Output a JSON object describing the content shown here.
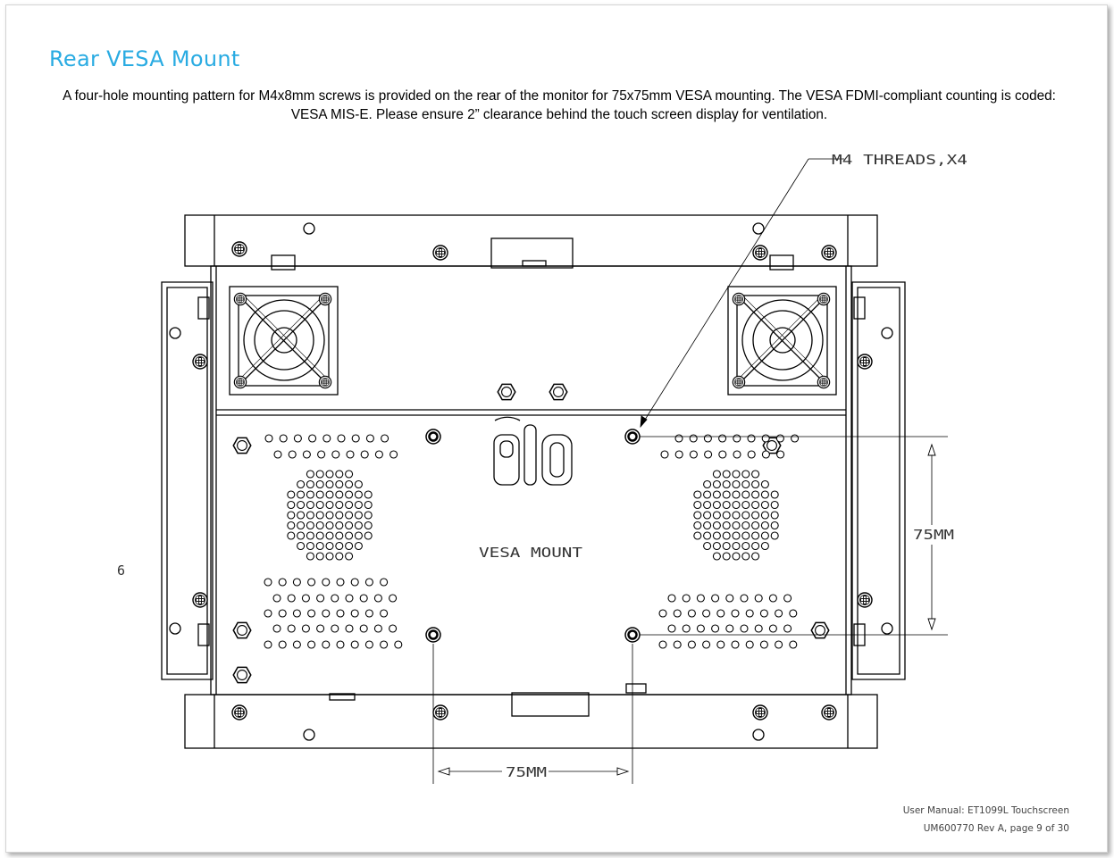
{
  "page": {
    "title": "Rear VESA Mount",
    "intro_line1": "A four-hole mounting pattern for M4x8mm screws is provided on the rear of the monitor for 75x75mm VESA mounting. The VESA FDMI-compliant counting is coded:",
    "intro_line2": "VESA MIS-E.  Please ensure 2” clearance behind the touch screen display for ventilation."
  },
  "drawing": {
    "thread_callout": "M4 THREADS,X4",
    "center_label": "VESA MOUNT",
    "dim_vertical": "75MM",
    "dim_horizontal": "75MM",
    "logo_text": "elo",
    "side_number": "6"
  },
  "footer": {
    "line1": "User Manual: ET1099L Touchscreen",
    "line2": "UM600770 Rev A, page 9 of 30"
  }
}
